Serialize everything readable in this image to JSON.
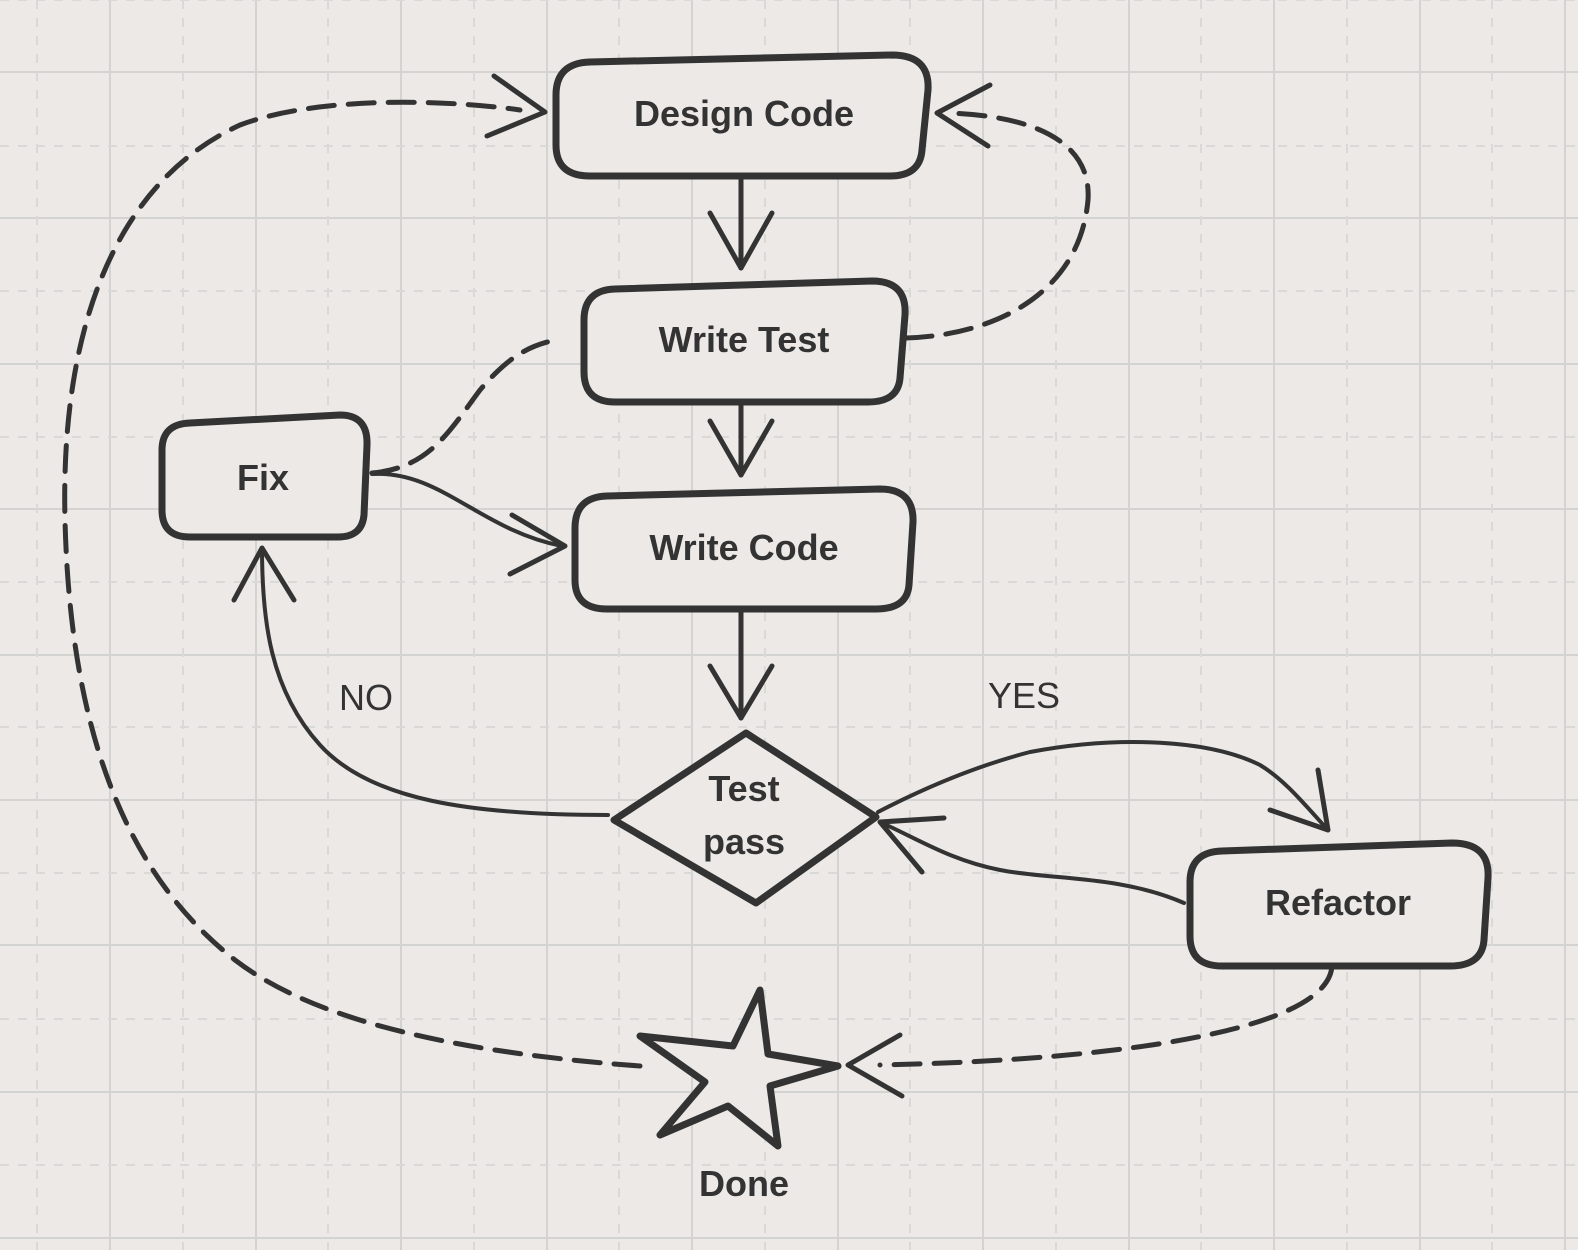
{
  "nodes": {
    "design_code": "Design Code",
    "write_test": "Write Test",
    "write_code": "Write Code",
    "fix": "Fix",
    "test_pass_line1": "Test",
    "test_pass_line2": "pass",
    "refactor": "Refactor",
    "done": "Done"
  },
  "edge_labels": {
    "no": "NO",
    "yes": "YES"
  },
  "colors": {
    "background": "#ece9e6",
    "ink": "#333333",
    "grid": "#d6d6d4"
  }
}
